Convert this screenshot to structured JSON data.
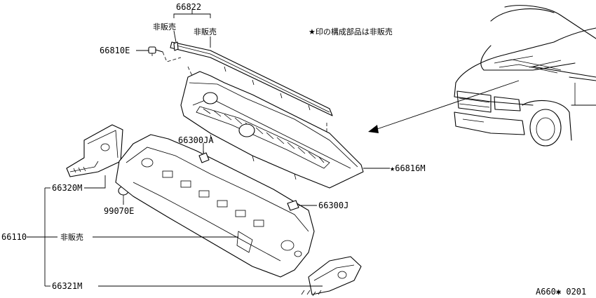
{
  "note": "★印の構成部品は非販売",
  "footer_code": "A660✱ 0201",
  "labels": {
    "p66822": "66822",
    "not_for_sale_a": "非販売",
    "not_for_sale_b": "非販売",
    "p66810E": "66810E",
    "p66300JA": "66300JA",
    "p66816M": "★66816M",
    "p66320M": "66320M",
    "p99070E": "99070E",
    "p66300J": "66300J",
    "p66110": "66110",
    "not_for_sale_c": "非販売",
    "p66321M": "66321M"
  }
}
